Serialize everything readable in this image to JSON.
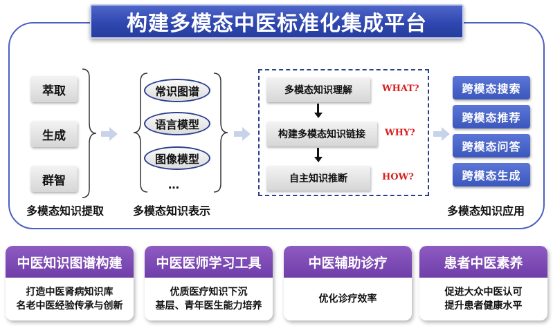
{
  "title": "构建多模态中医标准化集成平台",
  "extraction": {
    "items": [
      "萃取",
      "生成",
      "群智"
    ],
    "caption": "多模态知识提取"
  },
  "representation": {
    "items": [
      "常识图谱",
      "语言模型",
      "图像模型"
    ],
    "ellipsis": "…",
    "caption": "多模态知识表示"
  },
  "reasoning": {
    "steps": [
      {
        "label": "多模态知识理解",
        "question": "WHAT?"
      },
      {
        "label": "构建多模态知识链接",
        "question": "WHY?"
      },
      {
        "label": "自主知识推断",
        "question": "HOW?"
      }
    ]
  },
  "application": {
    "items": [
      "跨模态搜索",
      "跨模态推荐",
      "跨模态问答",
      "跨模态生成"
    ],
    "caption": "多模态知识应用"
  },
  "cards": [
    {
      "title": "中医知识图谱构建",
      "lines": [
        "打造中医肾病知识库",
        "名老中医经验传承与创新"
      ]
    },
    {
      "title": "中医医师学习工具",
      "lines": [
        "优质医疗知识下沉",
        "基层、青年医生能力培养"
      ]
    },
    {
      "title": "中医辅助诊疗",
      "lines": [
        "优化诊疗效率"
      ]
    },
    {
      "title": "患者中医素养",
      "lines": [
        "促进大众中医认可",
        "提升患者健康水平"
      ]
    }
  ],
  "colors": {
    "banner": "#2f47b0",
    "panel_border": "#4a5fbf",
    "app_box": "#4a66c9",
    "card_header": "#7a48b3",
    "question": "#d81e1e"
  }
}
